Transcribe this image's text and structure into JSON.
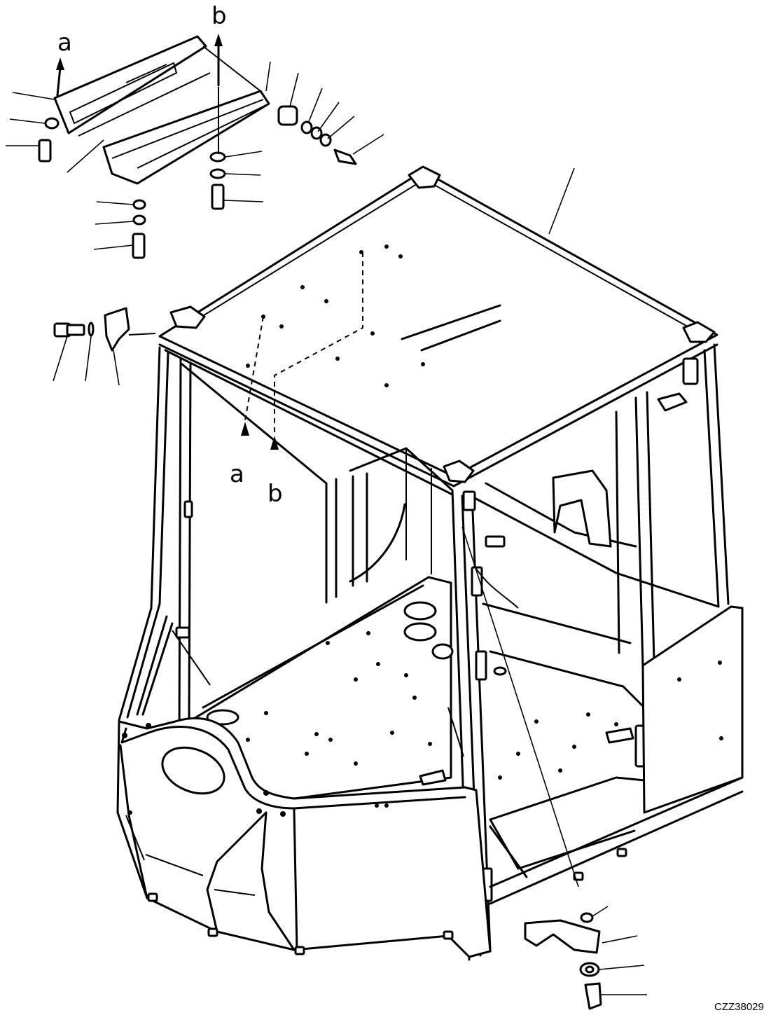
{
  "labels": {
    "a": "a",
    "b": "b"
  },
  "drawing_code": "CZZ38029",
  "colors": {
    "line": "#000000",
    "background": "#ffffff"
  }
}
